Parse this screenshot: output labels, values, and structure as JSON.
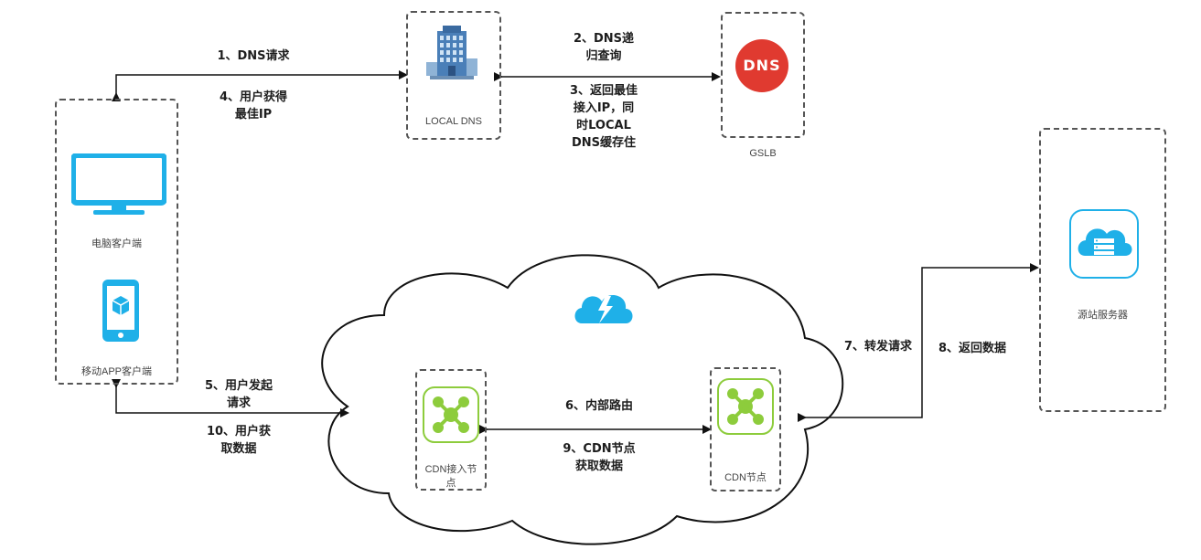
{
  "nodes": {
    "local_dns": "LOCAL DNS",
    "gslb": "GSLB",
    "pc_client": "电脑客户端",
    "mobile_client": "移动APP客户端",
    "origin_server": "源站服务器",
    "cdn_access_node": "CDN接入节\n点",
    "cdn_node": "CDN节点"
  },
  "steps": {
    "s1": "1、DNS请求",
    "s2": "2、DNS递\n归查询",
    "s3": "3、返回最佳\n接入IP，同\n时LOCAL\nDNS缓存住",
    "s4": "4、用户获得\n最佳IP",
    "s5": "5、用户发起\n请求",
    "s6": "6、内部路由",
    "s7": "7、转发请求",
    "s8": "8、返回数据",
    "s9": "9、CDN节点\n获取数据",
    "s10": "10、用户获\n取数据"
  },
  "icons": {
    "gslb_badge": "DNS"
  },
  "colors": {
    "accent_blue": "#1fb0e8",
    "dns_red": "#e03a30",
    "cdn_green": "#8dcc3c",
    "building_blue": "#4a7fb8"
  }
}
